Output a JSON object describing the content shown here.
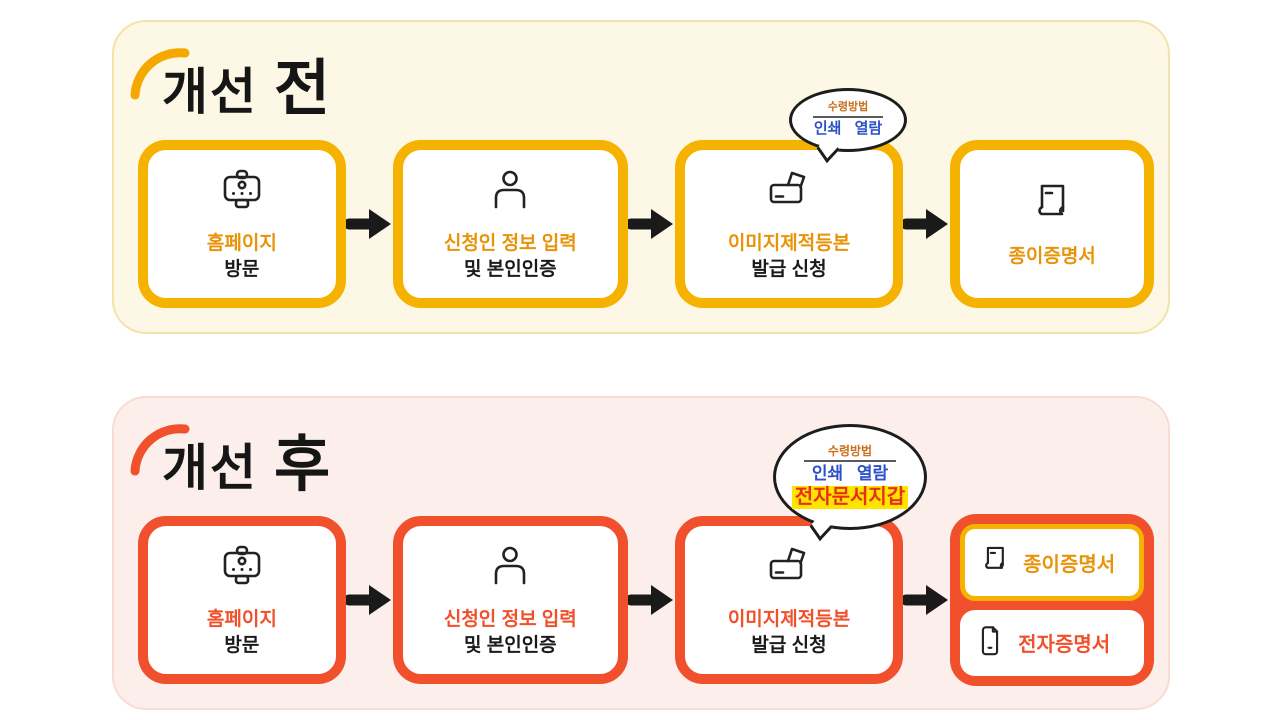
{
  "colors": {
    "before_accent": "#F5B200",
    "before_panel_bg": "#FDF8E6",
    "before_label": "#E8940A",
    "after_accent": "#F1502D",
    "after_panel_bg": "#FCEFEB",
    "after_label": "#F1502D",
    "bubble_header_color": "#C8701E",
    "bubble_option_color": "#2B50C8",
    "highlight_text_color": "#E83018",
    "highlight_bg": "#FFE400",
    "arrow_color": "#1a1a1a"
  },
  "before": {
    "title_main": "개선",
    "title_em": "전",
    "steps": [
      {
        "icon": "homepage-icon",
        "line1": "홈페이지",
        "line2": "방문"
      },
      {
        "icon": "person-icon",
        "line1": "신청인 정보 입력",
        "line2": "및 본인인증"
      },
      {
        "icon": "printer-icon",
        "line1": "이미지제적등본",
        "line2": "발급 신청"
      },
      {
        "icon": "paper-certificate-icon",
        "line1": "종이증명서",
        "line2": ""
      }
    ],
    "bubble": {
      "header": "수령방법",
      "options": "인쇄 열람"
    }
  },
  "after": {
    "title_main": "개선",
    "title_em": "후",
    "steps": [
      {
        "icon": "homepage-icon",
        "line1": "홈페이지",
        "line2": "방문"
      },
      {
        "icon": "person-icon",
        "line1": "신청인 정보 입력",
        "line2": "및 본인인증"
      },
      {
        "icon": "printer-icon",
        "line1": "이미지제적등본",
        "line2": "발급 신청"
      }
    ],
    "outputs": [
      {
        "icon": "paper-certificate-icon",
        "label": "종이증명서"
      },
      {
        "icon": "mobile-certificate-icon",
        "label": "전자증명서"
      }
    ],
    "bubble": {
      "header": "수령방법",
      "options": "인쇄 열람",
      "highlight": "전자문서지갑"
    }
  }
}
